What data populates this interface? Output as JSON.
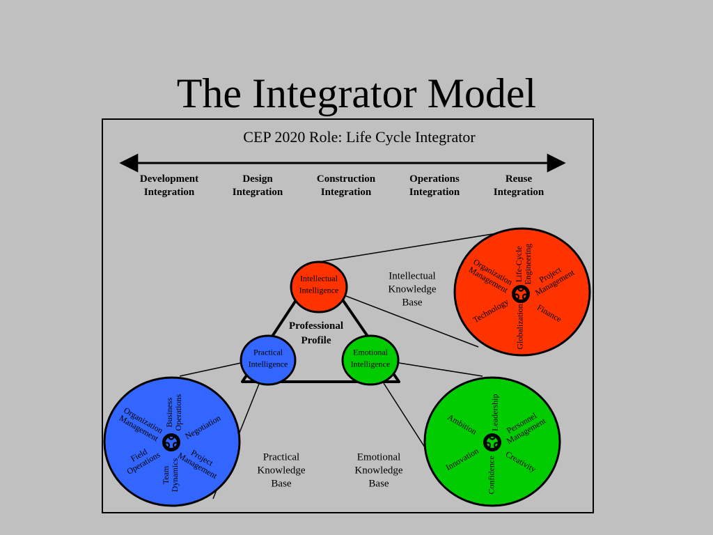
{
  "title": "The Integrator Model",
  "subtitle": "CEP 2020 Role: Life Cycle Integrator",
  "phases": [
    [
      "Development",
      "Integration"
    ],
    [
      "Design",
      "Integration"
    ],
    [
      "Construction",
      "Integration"
    ],
    [
      "Operations",
      "Integration"
    ],
    [
      "Reuse",
      "Integration"
    ]
  ],
  "colors": {
    "background": "#c0c0c0",
    "intellectual": "#ff3300",
    "practical": "#3366ff",
    "emotional": "#00cc00"
  },
  "profile_label": [
    "Professional",
    "Profile"
  ],
  "nodes": {
    "intellectual": [
      "Intellectual",
      "Intelligence"
    ],
    "practical": [
      "Practical",
      "Intelligence"
    ],
    "emotional": [
      "Emotional",
      "Intelligence"
    ]
  },
  "knowledge_labels": {
    "intellectual": [
      "Intellectual",
      "Knowledge",
      "Base"
    ],
    "practical": [
      "Practical",
      "Knowledge",
      "Base"
    ],
    "emotional": [
      "Emotional",
      "Knowledge",
      "Base"
    ]
  },
  "wheels": {
    "intellectual": [
      [
        "Life-Cycle",
        "Engineering"
      ],
      [
        "Project",
        "Management"
      ],
      [
        "Finance"
      ],
      [
        "Globalization"
      ],
      [
        "Technology"
      ],
      [
        "Organization",
        "Management"
      ]
    ],
    "practical": [
      [
        "Business",
        "Operations"
      ],
      [
        "Negotiation"
      ],
      [
        "Project",
        "Management"
      ],
      [
        "Team",
        "Dynamics"
      ],
      [
        "Field",
        "Operations"
      ],
      [
        "Organization",
        "Management"
      ]
    ],
    "emotional": [
      [
        "Leadership"
      ],
      [
        "Personnel",
        "Management"
      ],
      [
        "Creativity"
      ],
      [
        "Confidence"
      ],
      [
        "Innovation"
      ],
      [
        "Ambition"
      ]
    ]
  },
  "center_icon": "triple-circle-icon"
}
